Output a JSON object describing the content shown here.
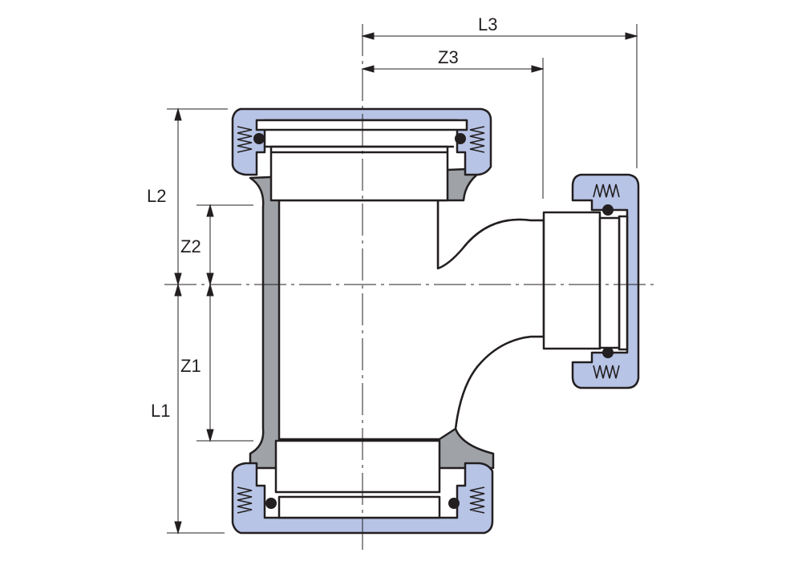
{
  "diagram": {
    "labels": {
      "L1": "L1",
      "L2": "L2",
      "L3": "L3",
      "Z1": "Z1",
      "Z2": "Z2",
      "Z3": "Z3"
    },
    "colors": {
      "pipe_wall": "#9fa3a8",
      "nut": "#b7c4e6",
      "outline": "#231f20",
      "background": "#ffffff"
    }
  }
}
